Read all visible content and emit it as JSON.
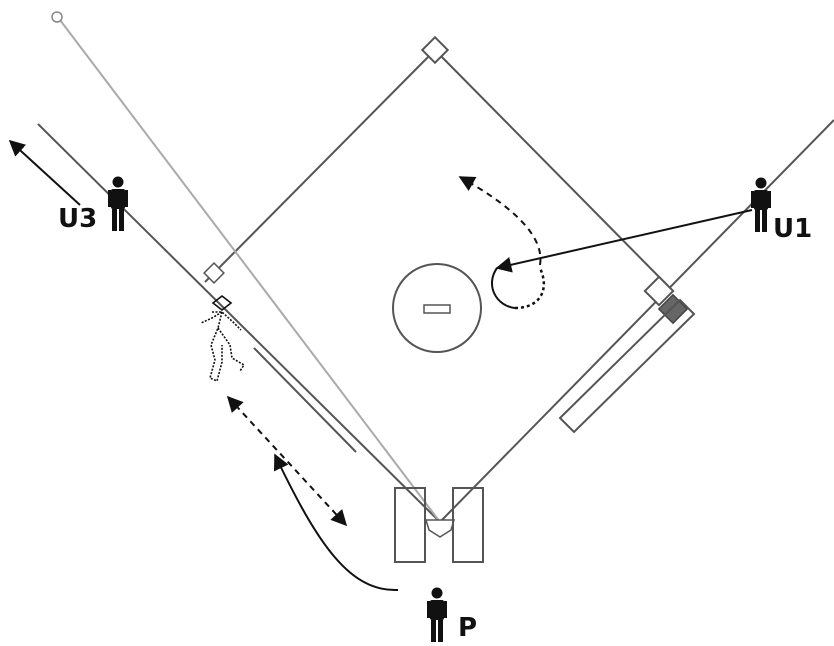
{
  "labels": {
    "umpire_third": "U3",
    "umpire_first": "U1",
    "umpire_plate": "P"
  },
  "colors": {
    "line": "#555555",
    "ink": "#111111",
    "base_shade": "#666666",
    "ball_path": "#aaaaaa",
    "background": "#ffffff"
  },
  "icons": [
    "umpire-figure-icon",
    "runner-figure-icon",
    "arrow-icon"
  ]
}
